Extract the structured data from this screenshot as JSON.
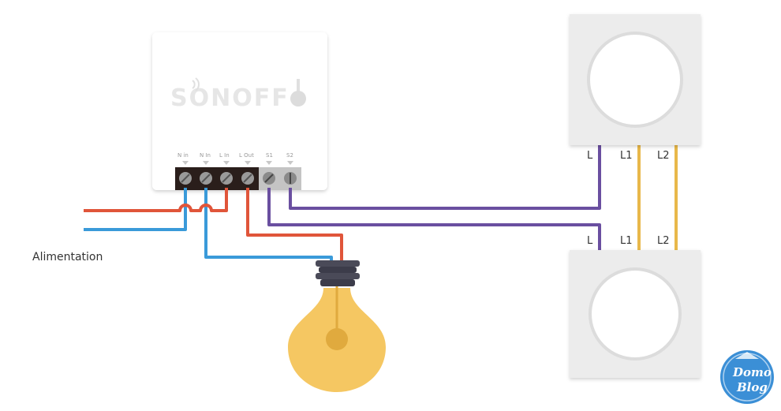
{
  "device": {
    "brand": "SONOFF",
    "terminals": [
      "N in",
      "N In",
      "L In",
      "L Out",
      "S1",
      "S2"
    ]
  },
  "power_label": "Alimentation",
  "switch_top": {
    "labels": [
      "L",
      "L1",
      "L2"
    ]
  },
  "switch_bottom": {
    "labels": [
      "L",
      "L1",
      "L2"
    ]
  },
  "logo": {
    "line1": "Domo",
    "line2": "Blog"
  },
  "colors": {
    "phase": "#e0553a",
    "neutral": "#3a9ad9",
    "switch_common": "#6a4fa0",
    "traveler": "#e8b84a",
    "terminal_block": "#2a1e1b",
    "bulb": "#f5c762",
    "logo": "#3b8fd6"
  }
}
